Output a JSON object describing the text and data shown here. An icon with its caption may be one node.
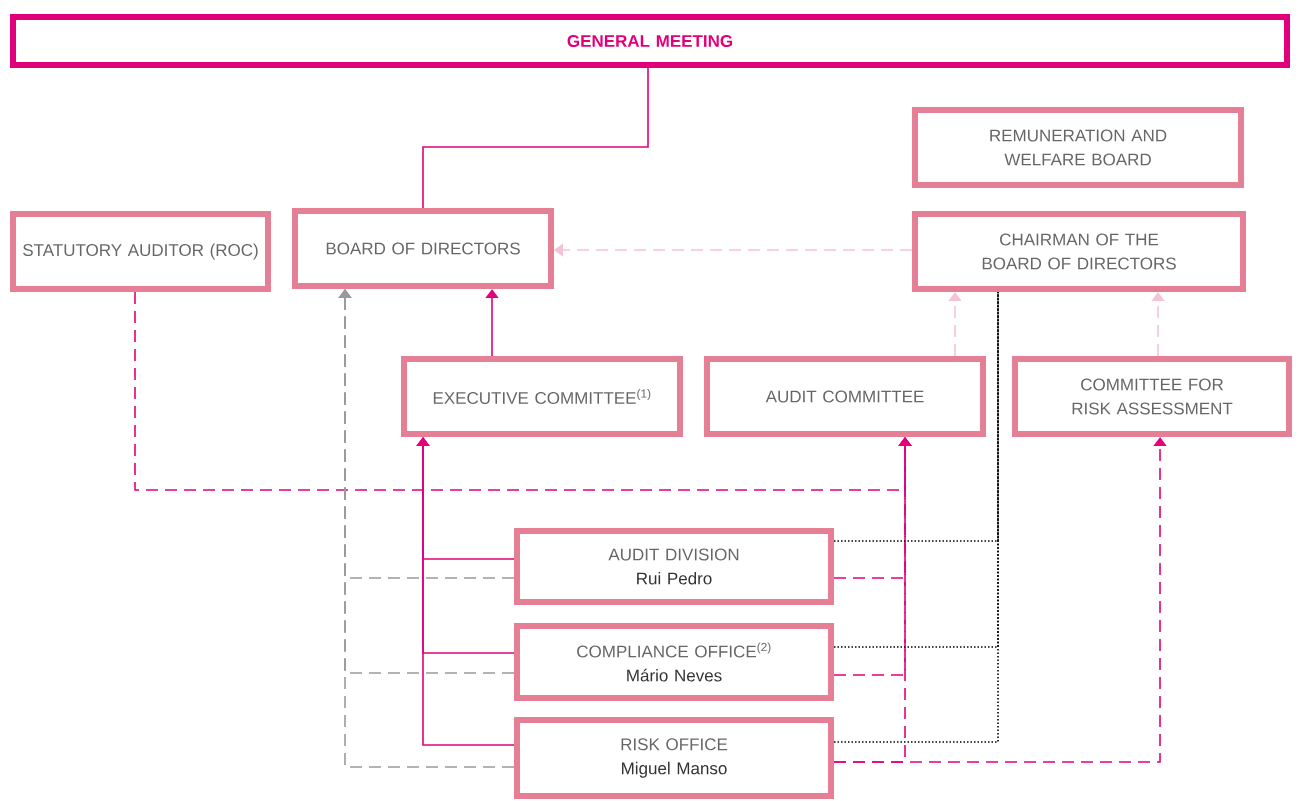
{
  "diagram": {
    "nodes": [
      {
        "text": [
          "GENERAL MEETING"
        ]
      },
      {
        "text": [
          "REMUNERATION AND WELFARE BOARD"
        ]
      },
      {
        "text": [
          "STATUTORY AUDITOR (ROC)"
        ]
      },
      {
        "text": [
          "BOARD OF DIRECTORS"
        ]
      },
      {
        "text": [
          "CHAIRMAN OF THE BOARD OF DIRECTORS"
        ]
      },
      {
        "text": [
          "EXECUTIVE COMMITTEE$^{(1)}$"
        ]
      },
      {
        "text": [
          "AUDIT COMMITTEE"
        ]
      },
      {
        "text": [
          "COMMITTEE FOR RISK ASSESSMENT"
        ]
      },
      {
        "text": [
          "AUDIT DIVISION",
          "Rui Pedro"
        ]
      },
      {
        "text": [
          "COMPLIANCE OFFICE$^{(2)}$",
          "Mário Neves"
        ]
      },
      {
        "text": [
          "RISK OFFICE",
          "Miguel  Manso"
        ]
      }
    ],
    "edges": [
      {
        "from": 0,
        "to": 3,
        "arrow": "none"
      },
      {
        "from": 4,
        "to": 3,
        "arrow": "to",
        "style": "dashed",
        "color": "#f5c3d4"
      },
      {
        "from": 5,
        "to": 3,
        "arrow": "to"
      },
      {
        "from": 6,
        "to": 4,
        "arrow": "to",
        "style": "dashed",
        "color": "#f5c3d4"
      },
      {
        "from": 7,
        "to": 4,
        "arrow": "to",
        "style": "dashed",
        "color": "#f5c3d4"
      },
      {
        "from": 2,
        "to": 6,
        "arrow": "to",
        "style": "dashed"
      },
      {
        "from": 8,
        "to": 6,
        "arrow": "to",
        "style": "dashed"
      },
      {
        "from": 9,
        "to": 6,
        "arrow": "to",
        "style": "dashed"
      },
      {
        "from": 10,
        "to": 6,
        "arrow": "to",
        "style": "dashed"
      },
      {
        "from": 10,
        "to": 7,
        "arrow": "to",
        "style": "dashed"
      },
      {
        "from": 8,
        "to": 5,
        "arrow": "to"
      },
      {
        "from": 9,
        "to": 5,
        "arrow": "to"
      },
      {
        "from": 10,
        "to": 5,
        "arrow": "to"
      },
      {
        "from": 8,
        "to": 3,
        "arrow": "to",
        "style": "dashed",
        "color": "#9a9a9a"
      },
      {
        "from": 9,
        "to": 3,
        "arrow": "to",
        "style": "dashed",
        "color": "#9a9a9a"
      },
      {
        "from": 10,
        "to": 3,
        "arrow": "to",
        "style": "dashed",
        "color": "#9a9a9a"
      },
      {
        "from": 8,
        "to": 4,
        "arrow": "none",
        "style": "dashed",
        "color": "#000000"
      },
      {
        "from": 9,
        "to": 4,
        "arrow": "none",
        "style": "dashed",
        "color": "#000000"
      },
      {
        "from": 10,
        "to": 4,
        "arrow": "none",
        "style": "dashed",
        "color": "#000000"
      }
    ]
  }
}
